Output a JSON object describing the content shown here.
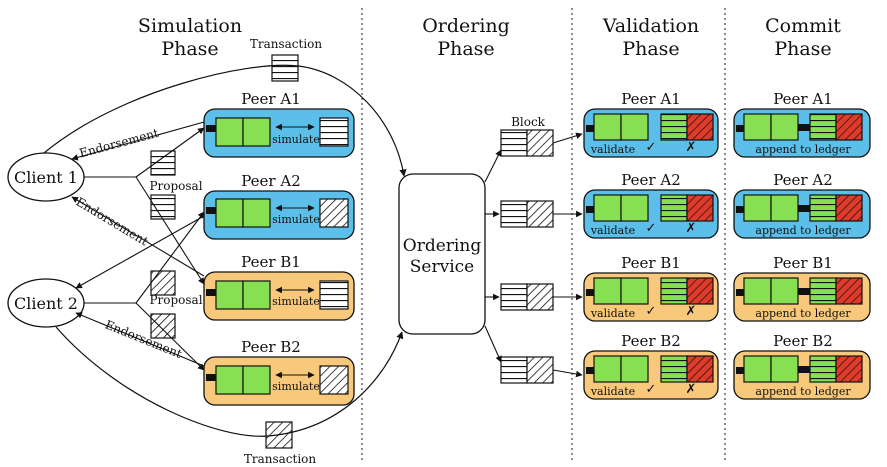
{
  "phases": {
    "simulation": {
      "line1": "Simulation",
      "line2": "Phase"
    },
    "ordering": {
      "line1": "Ordering",
      "line2": "Phase"
    },
    "validation": {
      "line1": "Validation",
      "line2": "Phase"
    },
    "commit": {
      "line1": "Commit",
      "line2": "Phase"
    }
  },
  "clients": {
    "client1": "Client 1",
    "client2": "Client 2"
  },
  "labels": {
    "transaction": "Transaction",
    "endorsement": "Endorsement",
    "proposal": "Proposal",
    "simulate": "simulate",
    "block": "Block",
    "validate": "validate",
    "append": "append to ledger",
    "ordering_line1": "Ordering",
    "ordering_line2": "Service"
  },
  "peers": {
    "a1": "Peer A1",
    "a2": "Peer A2",
    "b1": "Peer B1",
    "b2": "Peer B2"
  },
  "colors": {
    "peer_a": "#5bbfea",
    "peer_b": "#f8c97a",
    "ledger_green": "#86e052",
    "block_red": "#e03a2a"
  }
}
